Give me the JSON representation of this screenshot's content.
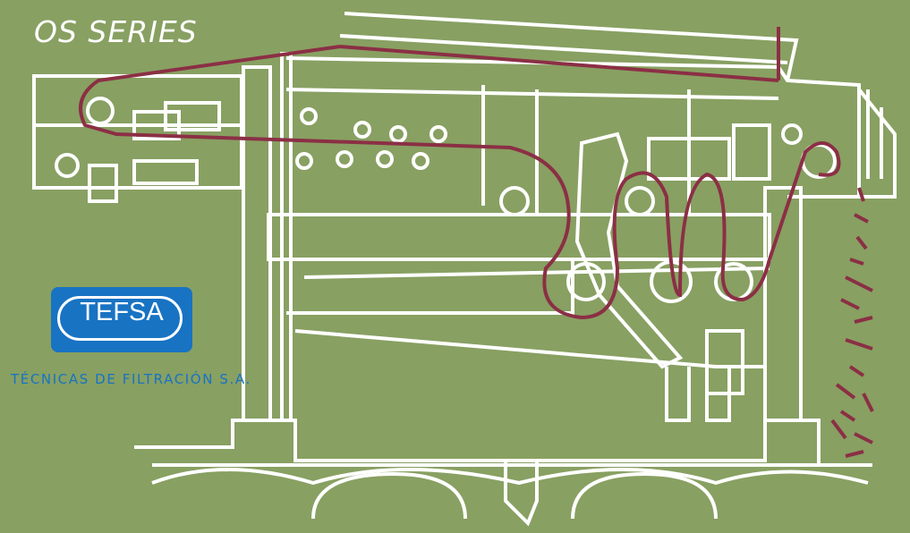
{
  "title": "OS SERIES",
  "logo": {
    "text": "TEFSA"
  },
  "subtitle": "TÉCNICAS DE FILTRACIÓN S.A.",
  "colors": {
    "background": "#88a062",
    "lines": "#ffffff",
    "belt": "#8b2f45",
    "brand": "#1873c3"
  }
}
